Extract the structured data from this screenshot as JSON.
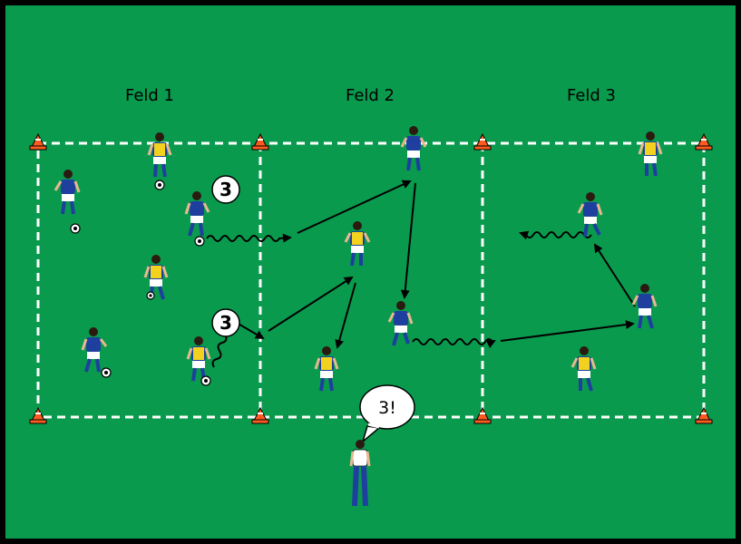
{
  "labels": {
    "field_1": "Feld 1",
    "field_2": "Feld 2",
    "field_3": "Feld 3"
  },
  "badges": {
    "top": "3",
    "bottom": "3"
  },
  "coach_call": "3!",
  "colors": {
    "pitch": "#0a9a4e",
    "border": "#000000",
    "field_lines": "#ffffff",
    "blue_team": "#1f3f9e",
    "yellow_bib": "#f2d21e",
    "cone": "#ff5a1f",
    "coach_shirt": "#ffffff",
    "coach_pants": "#1f3f9e"
  }
}
